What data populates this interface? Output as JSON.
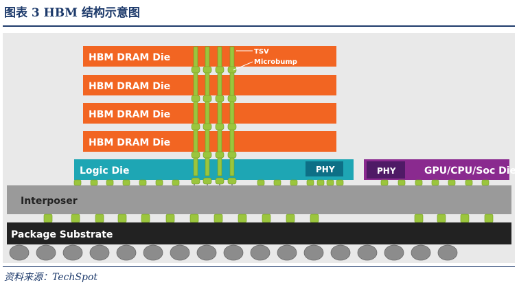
{
  "figure": {
    "title": "图表 3   HBM 结构示意图",
    "source": "资料来源：TechSpot"
  },
  "diagram": {
    "dram_dies": [
      {
        "label": "HBM DRAM Die"
      },
      {
        "label": "HBM DRAM Die"
      },
      {
        "label": "HBM DRAM Die"
      },
      {
        "label": "HBM DRAM Die"
      }
    ],
    "logic_die": {
      "label": "Logic Die",
      "phy_label": "PHY"
    },
    "soc_die": {
      "label": "GPU/CPU/Soc Die",
      "phy_label": "PHY"
    },
    "interposer": {
      "label": "Interposer"
    },
    "substrate": {
      "label": "Package Substrate"
    },
    "callouts": {
      "tsv": "TSV",
      "microbump": "Microbump"
    },
    "colors": {
      "dram": "#f26522",
      "logic": "#1ea6b4",
      "logic_phy": "#0d6f86",
      "soc": "#8a2a8f",
      "soc_phy": "#4f1a66",
      "interposer": "#9a9a9a",
      "substrate": "#222222",
      "bump": "#9bc53d",
      "ball": "#8c8c8c",
      "title": "#1d3a6b"
    }
  }
}
